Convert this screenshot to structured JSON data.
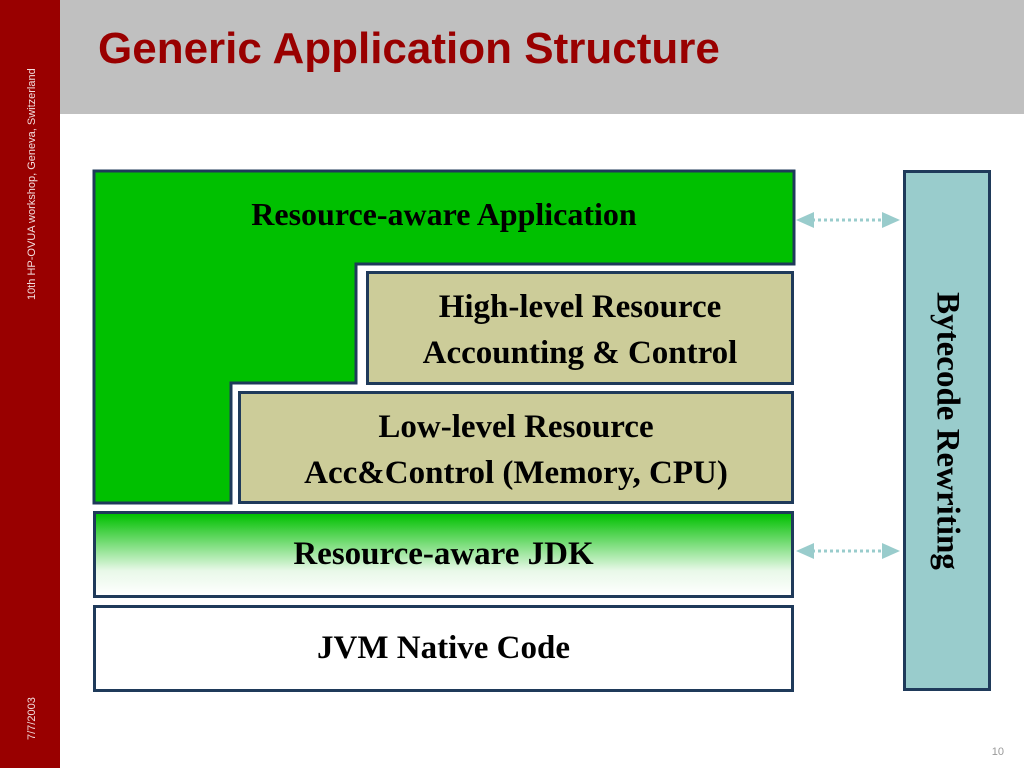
{
  "sidebar": {
    "workshop": "10th HP-OVUA workshop, Geneva, Switzerland",
    "date": "7/7/2003"
  },
  "slide": {
    "title": "Generic Application Structure",
    "page_number": "10"
  },
  "diagram": {
    "application": "Resource-aware Application",
    "high_level": [
      "High-level Resource",
      "Accounting & Control"
    ],
    "low_level": [
      "Low-level Resource",
      "Acc&Control (Memory, CPU)"
    ],
    "jdk": "Resource-aware JDK",
    "jvm": "JVM Native Code",
    "bytecode": "Bytecode Rewriting"
  },
  "colors": {
    "sidebar": "#990000",
    "title": "#990000",
    "title_bar": "#c0c0c0",
    "application": "#00c000",
    "resource_layer": "#cccc99",
    "bytecode": "#99cccc",
    "border": "#1f3a5a",
    "arrow": "#99cccc"
  }
}
